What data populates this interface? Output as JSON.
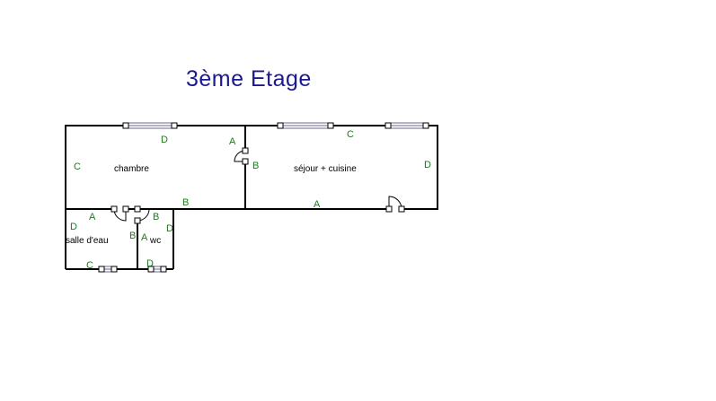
{
  "title": "3ème Etage",
  "rooms": {
    "chambre": "chambre",
    "sejour": "séjour + cuisine",
    "salle": "salle d'eau",
    "wc": "wc"
  },
  "wall_labels": {
    "chambre_d": "D",
    "chambre_c": "C",
    "chambre_a": "A",
    "chambre_b": "B",
    "sejour_c": "C",
    "sejour_b": "B",
    "sejour_d": "D",
    "sejour_a": "A",
    "salle_a": "A",
    "salle_d": "D",
    "salle_b": "B",
    "salle_c": "C",
    "wc_b": "B",
    "wc_a": "A",
    "wc_d_right": "D",
    "wc_d_bottom": "D"
  }
}
